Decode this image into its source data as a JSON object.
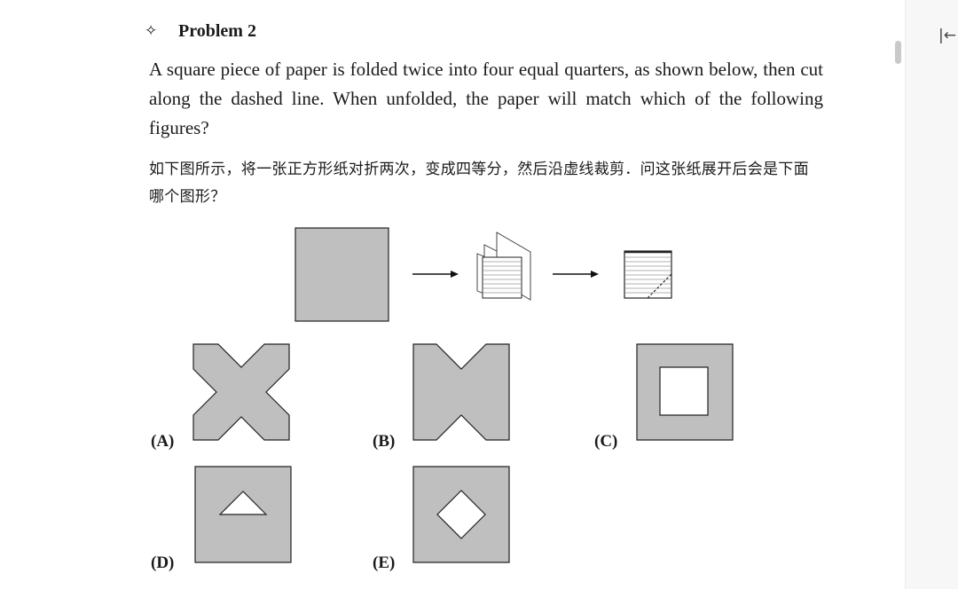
{
  "heading": {
    "icon": "sparkle-icon",
    "title": "Problem 2"
  },
  "paragraph_en": "A square piece of paper is folded twice into four equal quarters, as shown below, then cut along the dashed line. When unfolded, the paper will match which of the following figures?",
  "paragraph_zh": "如下图所示，将一张正方形纸对折两次，变成四等分，然后沿虚线裁剪．问这张纸展开后会是下面哪个图形？",
  "options": [
    {
      "label": "(A)"
    },
    {
      "label": "(B)"
    },
    {
      "label": "(C)"
    },
    {
      "label": "(D)"
    },
    {
      "label": "(E)"
    }
  ],
  "ui": {
    "collapse_icon": "collapse-sidebar-icon",
    "collapse_glyph": "|←"
  },
  "colors": {
    "paper_gray": "#bfbfbf",
    "outline": "#222222",
    "hatch": "#888888"
  }
}
